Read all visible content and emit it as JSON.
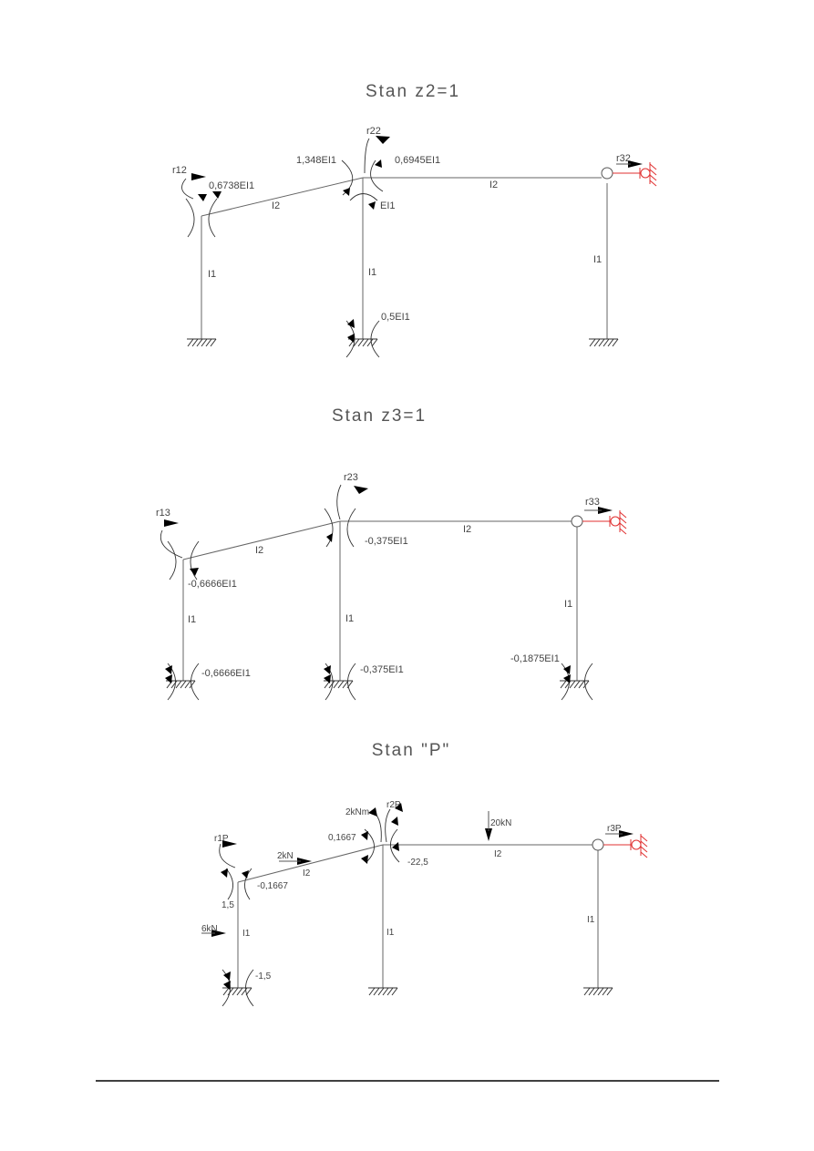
{
  "panels": {
    "z2": {
      "title": "Stan z2=1",
      "reactions": {
        "r12": "r12",
        "r22": "r22",
        "r32": "r32"
      },
      "moments": {
        "left_top": "0,6738EI1",
        "mid_left": "1,348EI1",
        "mid_right": "0,6945EI1",
        "mid_col": "EI1",
        "mid_base": "0,5EI1"
      },
      "members": {
        "left_col": "I1",
        "beam_1": "I2",
        "mid_col": "I1",
        "beam_2": "I2",
        "right_col": "I1"
      }
    },
    "z3": {
      "title": "Stan z3=1",
      "reactions": {
        "r13": "r13",
        "r23": "r23",
        "r33": "r33"
      },
      "moments": {
        "left_top": "-0,6666EI1",
        "left_base": "-0,6666EI1",
        "mid_top": "-0,375EI1",
        "mid_base": "-0,375EI1",
        "right_base": "-0,1875EI1"
      },
      "members": {
        "left_col": "I1",
        "beam_1": "I2",
        "mid_col": "I1",
        "beam_2": "I2",
        "right_col": "I1"
      }
    },
    "p": {
      "title": "Stan \"P\"",
      "reactions": {
        "r1p": "r1P",
        "r2p": "r2P",
        "r3p": "r3P"
      },
      "moments": {
        "left_top_a": "-0,1667",
        "left_top_b": "1,5",
        "left_base": "-1,5",
        "mid_left": "0,1667",
        "mid_right": "-22,5"
      },
      "loads": {
        "moment": "2kNm",
        "beam_force": "2kN",
        "col_force": "6kN",
        "vertical": "20kN"
      },
      "members": {
        "left_col": "I1",
        "beam_1": "I2",
        "mid_col": "I1",
        "beam_2": "I2",
        "right_col": "I1"
      }
    }
  },
  "colors": {
    "frame": "#666666",
    "support_right": "#e03030",
    "text": "#444444"
  }
}
